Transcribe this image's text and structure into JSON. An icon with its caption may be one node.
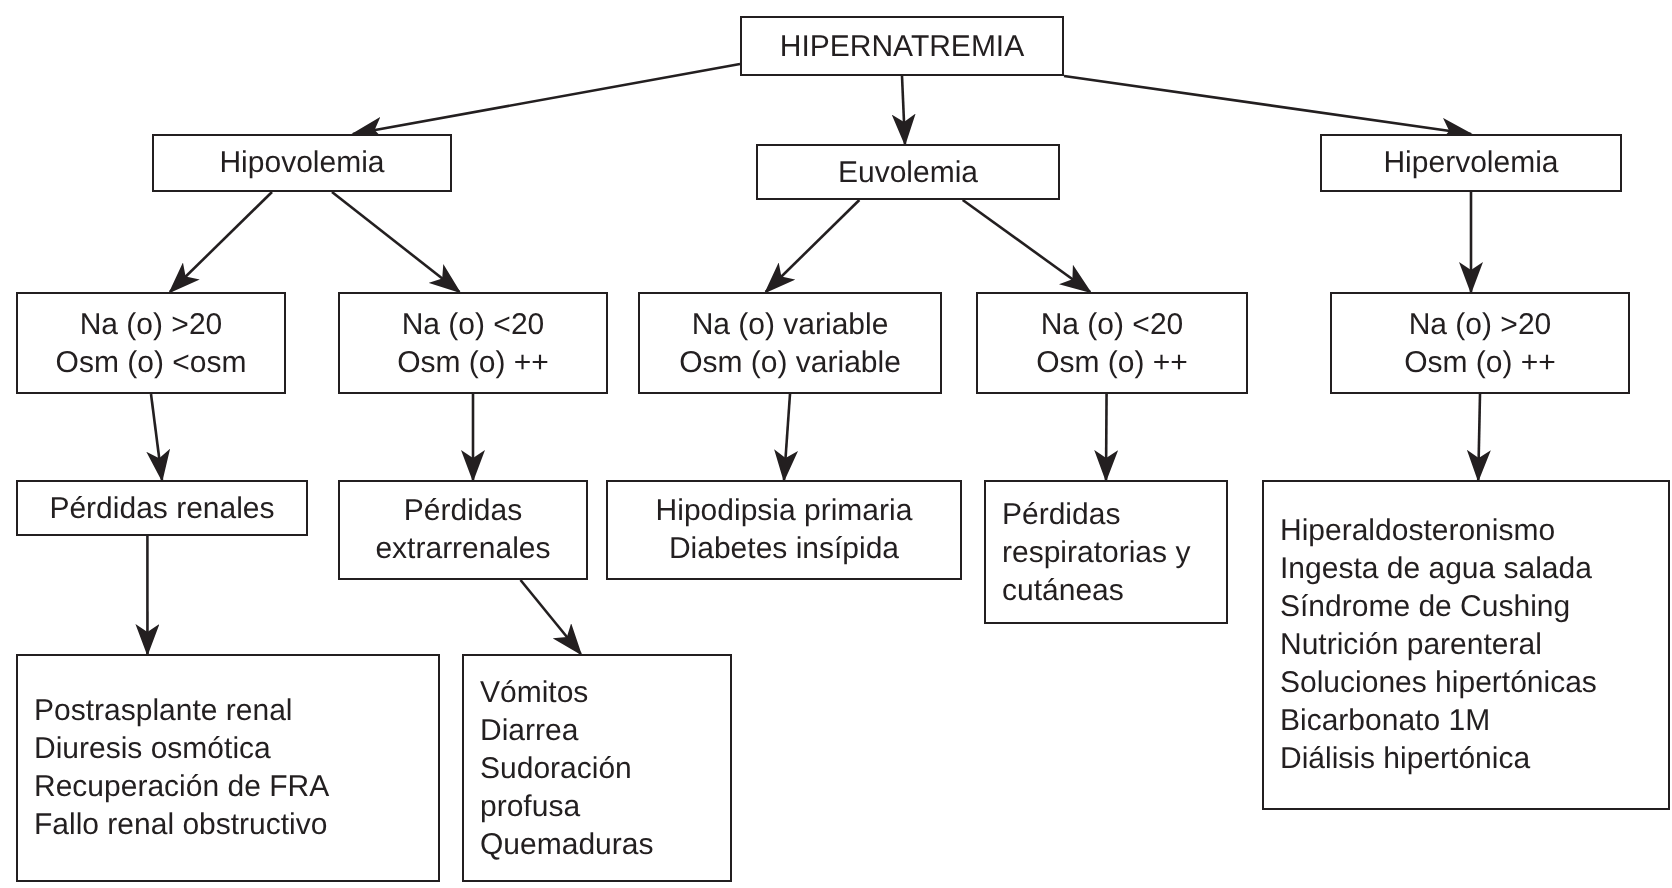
{
  "diagram": {
    "nodes": [
      {
        "text": [
          "HIPERNATREMIA"
        ]
      },
      {
        "text": [
          "Hipovolemia"
        ]
      },
      {
        "text": [
          "Euvolemia"
        ]
      },
      {
        "text": [
          "Hipervolemia"
        ]
      },
      {
        "text": [
          "Na (o) >20",
          "Osm (o) <osm"
        ]
      },
      {
        "text": [
          "Na (o) <20",
          "Osm (o) ++"
        ]
      },
      {
        "text": [
          "Na (o) variable",
          "Osm (o) variable"
        ]
      },
      {
        "text": [
          "Na (o) <20",
          "Osm (o) ++"
        ]
      },
      {
        "text": [
          "Na (o) >20",
          "Osm (o) ++"
        ]
      },
      {
        "text": [
          "Pérdidas renales"
        ]
      },
      {
        "text": [
          "Pérdidas extrarrenales"
        ]
      },
      {
        "text": [
          "Hipodipsia primaria",
          "Diabetes insípida"
        ]
      },
      {
        "text": [
          "Pérdidas respiratorias y cutáneas"
        ]
      },
      {
        "text": [
          "Hiperaldosteronismo",
          "Ingesta de agua salada",
          "Síndrome de Cushing",
          "Nutrición parenteral",
          "Soluciones hipertónicas",
          "Bicarbonato 1M",
          "Diálisis hipertónica"
        ]
      },
      {
        "text": [
          "Postrasplante renal",
          "Diuresis osmótica",
          "Recuperación de FRA",
          "Fallo renal obstructivo"
        ]
      },
      {
        "text": [
          "Vómitos",
          "Diarrea",
          "Sudoración profusa",
          "Quemaduras"
        ]
      }
    ],
    "edges": [
      {
        "from": 0,
        "to": 1,
        "arrow": "to"
      },
      {
        "from": 0,
        "to": 2,
        "arrow": "to"
      },
      {
        "from": 0,
        "to": 3,
        "arrow": "to"
      },
      {
        "from": 1,
        "to": 4,
        "arrow": "to"
      },
      {
        "from": 1,
        "to": 5,
        "arrow": "to"
      },
      {
        "from": 2,
        "to": 6,
        "arrow": "to"
      },
      {
        "from": 2,
        "to": 7,
        "arrow": "to"
      },
      {
        "from": 3,
        "to": 8,
        "arrow": "to"
      },
      {
        "from": 4,
        "to": 9,
        "arrow": "to"
      },
      {
        "from": 5,
        "to": 10,
        "arrow": "to"
      },
      {
        "from": 6,
        "to": 11,
        "arrow": "to"
      },
      {
        "from": 7,
        "to": 12,
        "arrow": "to"
      },
      {
        "from": 8,
        "to": 13,
        "arrow": "to"
      },
      {
        "from": 9,
        "to": 14,
        "arrow": "to"
      },
      {
        "from": 10,
        "to": 15,
        "arrow": "to"
      }
    ]
  }
}
